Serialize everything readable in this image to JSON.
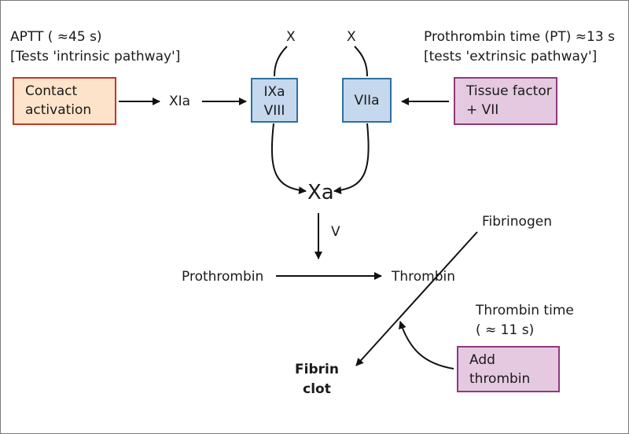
{
  "colors": {
    "contact_fill": "#fde3c9",
    "contact_border": "#c0392b",
    "factor_fill": "#c5d8ee",
    "factor_border": "#2f6f9e",
    "purple_fill": "#e5c9e0",
    "purple_border": "#8e3a7e",
    "line": "#111111"
  },
  "tests": {
    "aptt_line1": "APTT ( ≈45 s)",
    "aptt_line2": "[Tests 'intrinsic pathway']",
    "pt_line1": "Prothrombin time (PT)  ≈13 s",
    "pt_line2": "[tests 'extrinsic pathway']",
    "tt_line1": "Thrombin time",
    "tt_line2": "( ≈ 11 s)"
  },
  "boxes": {
    "contact": [
      "Contact",
      "activation"
    ],
    "ixa_viii": [
      "IXa",
      "VIII"
    ],
    "viia": [
      "VIIa"
    ],
    "tissue_factor": [
      "Tissue factor",
      "+ VII"
    ],
    "add_thrombin": [
      "Add",
      "thrombin"
    ]
  },
  "labels": {
    "xia": "XIa",
    "x_left": "X",
    "x_right": "X",
    "xa": "Xa",
    "v": "V",
    "prothrombin": "Prothrombin",
    "thrombin": "Thrombin",
    "fibrinogen": "Fibrinogen",
    "fibrin": "Fibrin",
    "clot": "clot"
  }
}
